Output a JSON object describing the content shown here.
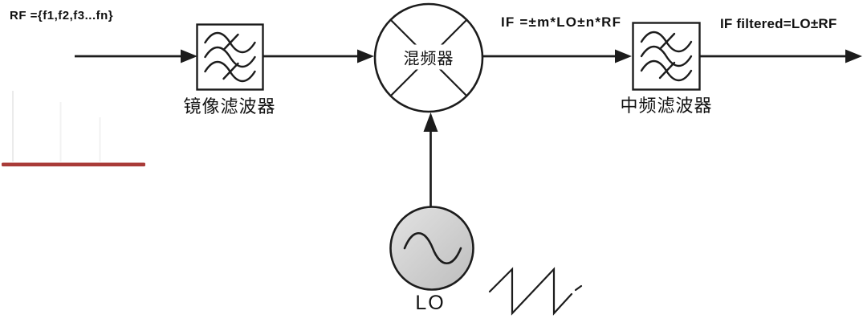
{
  "title": "RF mixer frequency-conversion block diagram",
  "labels": {
    "rf_input": "RF ={f1,f2,f3...fn}",
    "image_filter": "镜像滤波器",
    "mixer": "混频器",
    "if_signal": "IF =±m*LO±n*RF",
    "if_filter": "中频滤波器",
    "if_filtered_signal": "IF filtered=LO±RF",
    "lo": "LO"
  },
  "icons": {
    "image_filter_symbol": "bandpass-filter-icon",
    "if_filter_symbol": "bandpass-filter-icon",
    "mixer_symbol": "mixer-cross-circle-icon",
    "lo_symbol": "sine-wave-icon",
    "lo_waveform": "sawtooth-wave-icon",
    "signal_flow": "arrow-right-icon",
    "lo_feed": "arrow-up-icon"
  },
  "colors": {
    "stroke": "#1c1c1c",
    "background": "#ffffff",
    "red_underline": "#a93b38",
    "lo_fill_light": "#e3e3e3",
    "lo_fill_dark": "#bdbdbd"
  }
}
